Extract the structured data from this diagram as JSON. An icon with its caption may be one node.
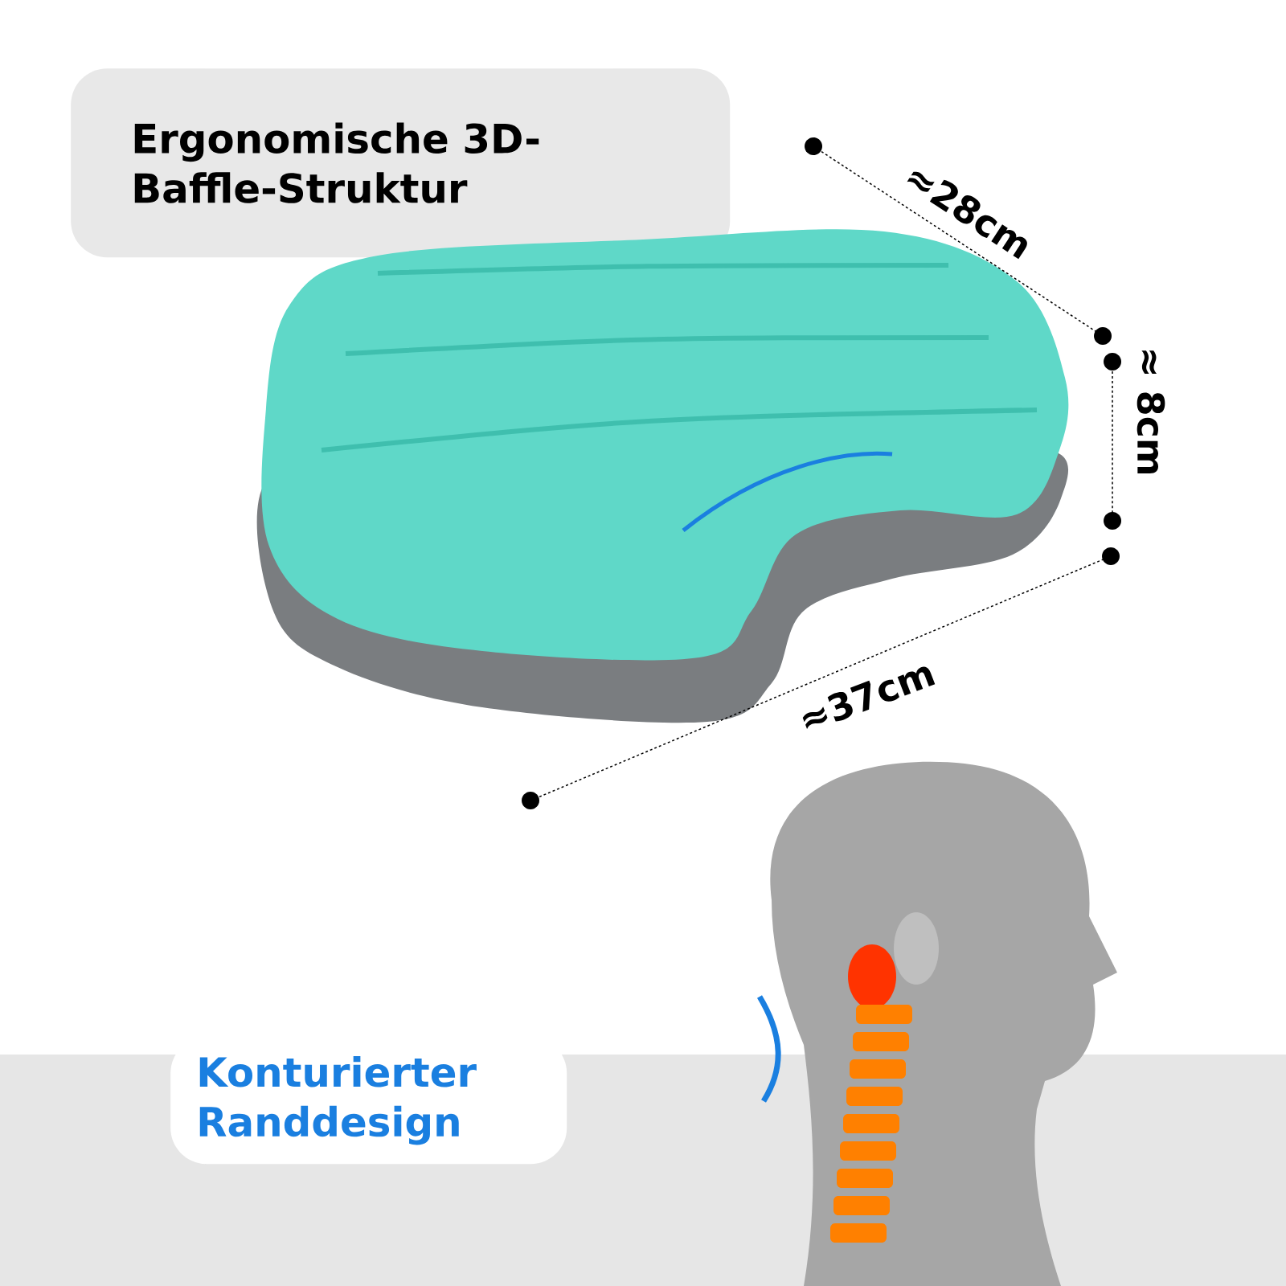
{
  "diagram": {
    "nodes": [
      {
        "text": [
          "Ergonomische 3D-Baffle-Struktur"
        ]
      },
      {
        "text": [
          "Konturierter Randdesign"
        ]
      }
    ],
    "labels": [
      "≈28cm",
      "≈ 8cm",
      "≈37cm"
    ]
  }
}
